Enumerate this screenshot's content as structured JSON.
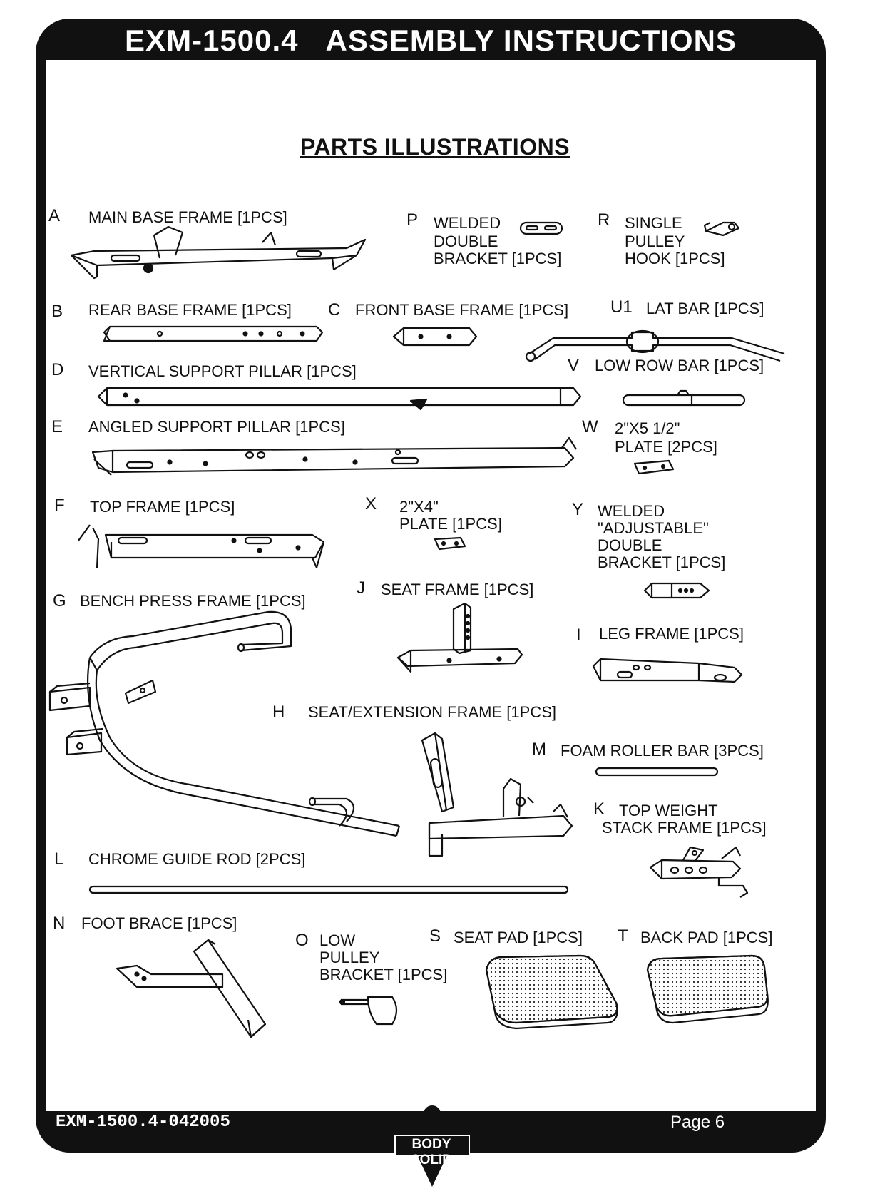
{
  "header": {
    "model": "EXM-1500.4",
    "title": "ASSEMBLY INSTRUCTIONS"
  },
  "section_title": "PARTS ILLUSTRATIONS",
  "parts": {
    "A": {
      "letter": "A",
      "label": "MAIN BASE FRAME [1PCS]"
    },
    "P": {
      "letter": "P",
      "line1": "WELDED",
      "line2": "DOUBLE",
      "line3": "BRACKET [1PCS]"
    },
    "R": {
      "letter": "R",
      "line1": "SINGLE",
      "line2": "PULLEY",
      "line3": "HOOK [1PCS]"
    },
    "B": {
      "letter": "B",
      "label": "REAR BASE FRAME [1PCS]"
    },
    "C": {
      "letter": "C",
      "label": "FRONT BASE FRAME [1PCS]"
    },
    "U1": {
      "letter": "U1",
      "label": "LAT BAR [1PCS]"
    },
    "D": {
      "letter": "D",
      "label": "VERTICAL SUPPORT PILLAR [1PCS]"
    },
    "V": {
      "letter": "V",
      "label": "LOW ROW BAR [1PCS]"
    },
    "E": {
      "letter": "E",
      "label": "ANGLED SUPPORT PILLAR [1PCS]"
    },
    "W": {
      "letter": "W",
      "line1": "2\"X5 1/2\"",
      "line2": "PLATE [2PCS]"
    },
    "F": {
      "letter": "F",
      "label": "TOP FRAME [1PCS]"
    },
    "X": {
      "letter": "X",
      "line1": "2\"X4\"",
      "line2": "PLATE [1PCS]"
    },
    "Y": {
      "letter": "Y",
      "line1": "WELDED",
      "line2": "\"ADJUSTABLE\"",
      "line3": "DOUBLE",
      "line4": "BRACKET [1PCS]"
    },
    "J": {
      "letter": "J",
      "label": "SEAT FRAME [1PCS]"
    },
    "G": {
      "letter": "G",
      "label": "BENCH PRESS FRAME [1PCS]"
    },
    "I": {
      "letter": "I",
      "label": "LEG FRAME [1PCS]"
    },
    "H": {
      "letter": "H",
      "label": "SEAT/EXTENSION FRAME [1PCS]"
    },
    "M": {
      "letter": "M",
      "label": "FOAM ROLLER BAR [3PCS]"
    },
    "K": {
      "letter": "K",
      "line1": "TOP WEIGHT",
      "line2": "STACK FRAME [1PCS]"
    },
    "L": {
      "letter": "L",
      "label": "CHROME GUIDE ROD [2PCS]"
    },
    "N": {
      "letter": "N",
      "label": "FOOT BRACE [1PCS]"
    },
    "O": {
      "letter": "O",
      "line1": "LOW",
      "line2": "PULLEY",
      "line3": "BRACKET [1PCS]"
    },
    "S": {
      "letter": "S",
      "label": "SEAT PAD [1PCS]"
    },
    "T": {
      "letter": "T",
      "label": "BACK PAD [1PCS]"
    }
  },
  "footer": {
    "doc_code": "EXM-1500.4-042005",
    "page": "Page 6",
    "brand": "BODY SOLID"
  }
}
